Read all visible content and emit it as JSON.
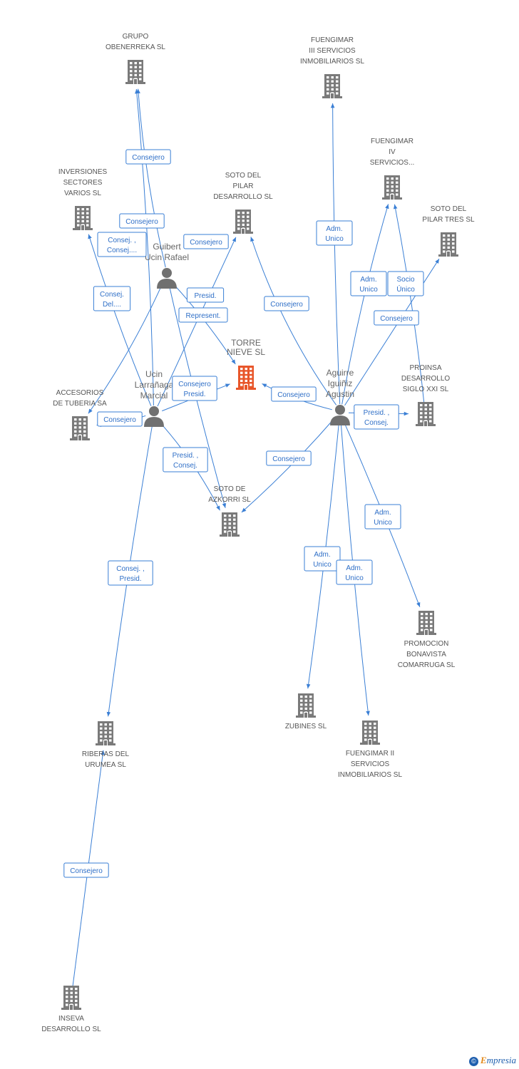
{
  "companies": [
    {
      "id": "grupo-obenerreka",
      "lines": [
        "GRUPO",
        "OBENERREKA SL"
      ]
    },
    {
      "id": "fuengimar-iii",
      "lines": [
        "FUENGIMAR",
        "III SERVICIOS",
        "INMOBILIARIOS SL"
      ]
    },
    {
      "id": "fuengimar-iv",
      "lines": [
        "FUENGIMAR",
        "IV",
        "SERVICIOS..."
      ]
    },
    {
      "id": "inversiones-sectores",
      "lines": [
        "INVERSIONES",
        "SECTORES",
        "VARIOS SL"
      ]
    },
    {
      "id": "soto-pilar-desarrollo",
      "lines": [
        "SOTO DEL",
        "PILAR",
        "DESARROLLO SL"
      ]
    },
    {
      "id": "soto-pilar-tres",
      "lines": [
        "SOTO DEL",
        "PILAR TRES SL"
      ]
    },
    {
      "id": "torre-nieve",
      "lines": [
        "TORRE",
        "NIEVE SL"
      ],
      "highlight": true
    },
    {
      "id": "proinsa",
      "lines": [
        "PROINSA",
        "DESARROLLO",
        "SIGLO XXI SL"
      ]
    },
    {
      "id": "accesorios-tuberia",
      "lines": [
        "ACCESORIOS",
        "DE TUBERIA SA"
      ]
    },
    {
      "id": "soto-azkorri",
      "lines": [
        "SOTO DE",
        "AZKORRI SL"
      ]
    },
    {
      "id": "promocion-bonavista",
      "lines": [
        "PROMOCION",
        "BONAVISTA",
        "COMARRUGA SL"
      ]
    },
    {
      "id": "zubines",
      "lines": [
        "ZUBINES SL"
      ]
    },
    {
      "id": "fuengimar-ii",
      "lines": [
        "FUENGIMAR II",
        "SERVICIOS",
        "INMOBILIARIOS SL"
      ]
    },
    {
      "id": "riberas-urumea",
      "lines": [
        "RIBERAS DEL",
        "URUMEA SL"
      ]
    },
    {
      "id": "inseva",
      "lines": [
        "INSEVA",
        "DESARROLLO SL"
      ]
    }
  ],
  "people": [
    {
      "id": "guibert",
      "lines": [
        "Guibert",
        "Ucin Rafael"
      ]
    },
    {
      "id": "ucin-marcial",
      "lines": [
        "Ucin",
        "Larrañaga",
        "Marcial"
      ]
    },
    {
      "id": "aguirre",
      "lines": [
        "Aguirre",
        "Iguiñiz",
        "Agustin"
      ]
    }
  ],
  "relations": [
    {
      "id": "r1",
      "from": "ucin-marcial",
      "to": "grupo-obenerreka",
      "lines": [
        "Consejero"
      ]
    },
    {
      "id": "r2",
      "from": "guibert",
      "to": "grupo-obenerreka",
      "lines": [
        "Consejero"
      ]
    },
    {
      "id": "r3",
      "from": "ucin-marcial",
      "to": "inversiones-sectores",
      "lines": [
        "Consej. ,",
        "Consej...."
      ]
    },
    {
      "id": "r4",
      "from": "ucin-marcial",
      "to": "soto-pilar-desarrollo",
      "lines": [
        "Consejero"
      ]
    },
    {
      "id": "r5",
      "from": "guibert",
      "to": "accesorios-tuberia",
      "lines": [
        "Consej.",
        "Del...."
      ]
    },
    {
      "id": "r6",
      "from": "guibert",
      "to": "torre-nieve",
      "lines": [
        "Presid."
      ]
    },
    {
      "id": "r7",
      "from": "guibert",
      "to": "soto-azkorri",
      "lines": [
        "Represent."
      ]
    },
    {
      "id": "r8",
      "from": "ucin-marcial",
      "to": "torre-nieve",
      "lines": [
        "Consejero",
        "Presid."
      ]
    },
    {
      "id": "r9",
      "from": "ucin-marcial",
      "to": "accesorios-tuberia",
      "lines": [
        "Consejero"
      ]
    },
    {
      "id": "r10",
      "from": "ucin-marcial",
      "to": "soto-azkorri",
      "lines": [
        "Presid. ,",
        "Consej."
      ]
    },
    {
      "id": "r11",
      "from": "ucin-marcial",
      "to": "riberas-urumea",
      "lines": [
        "Consej. ,",
        "Presid."
      ]
    },
    {
      "id": "r12",
      "from": "aguirre",
      "to": "fuengimar-iii",
      "lines": [
        "Adm.",
        "Unico"
      ]
    },
    {
      "id": "r13",
      "from": "aguirre",
      "to": "fuengimar-iv",
      "lines": [
        "Adm.",
        "Unico"
      ]
    },
    {
      "id": "r14",
      "from": "proinsa",
      "to": "fuengimar-iv",
      "lines": [
        "Socio",
        "Único"
      ]
    },
    {
      "id": "r15",
      "from": "aguirre",
      "to": "soto-pilar-tres",
      "lines": [
        "Consejero"
      ]
    },
    {
      "id": "r16",
      "from": "aguirre",
      "to": "soto-pilar-desarrollo",
      "lines": [
        "Consejero"
      ]
    },
    {
      "id": "r17",
      "from": "aguirre",
      "to": "torre-nieve",
      "lines": [
        "Consejero"
      ]
    },
    {
      "id": "r18",
      "from": "aguirre",
      "to": "proinsa",
      "lines": [
        "Presid. ,",
        "Consej."
      ]
    },
    {
      "id": "r19",
      "from": "aguirre",
      "to": "soto-azkorri",
      "lines": [
        "Consejero"
      ]
    },
    {
      "id": "r20",
      "from": "aguirre",
      "to": "promocion-bonavista",
      "lines": [
        "Adm.",
        "Unico"
      ]
    },
    {
      "id": "r21",
      "from": "aguirre",
      "to": "zubines",
      "lines": [
        "Adm.",
        "Unico"
      ]
    },
    {
      "id": "r22",
      "from": "aguirre",
      "to": "fuengimar-ii",
      "lines": [
        "Adm.",
        "Unico"
      ]
    },
    {
      "id": "r23",
      "from": "inseva",
      "to": "riberas-urumea",
      "lines": [
        "Consejero"
      ]
    }
  ],
  "colors": {
    "edge": "#3a7fd5",
    "building": "#7a7a7a",
    "highlight": "#e8562a",
    "person": "#707070"
  },
  "brand": {
    "symbol": "©",
    "first_letter": "E",
    "rest": "mpresia"
  }
}
